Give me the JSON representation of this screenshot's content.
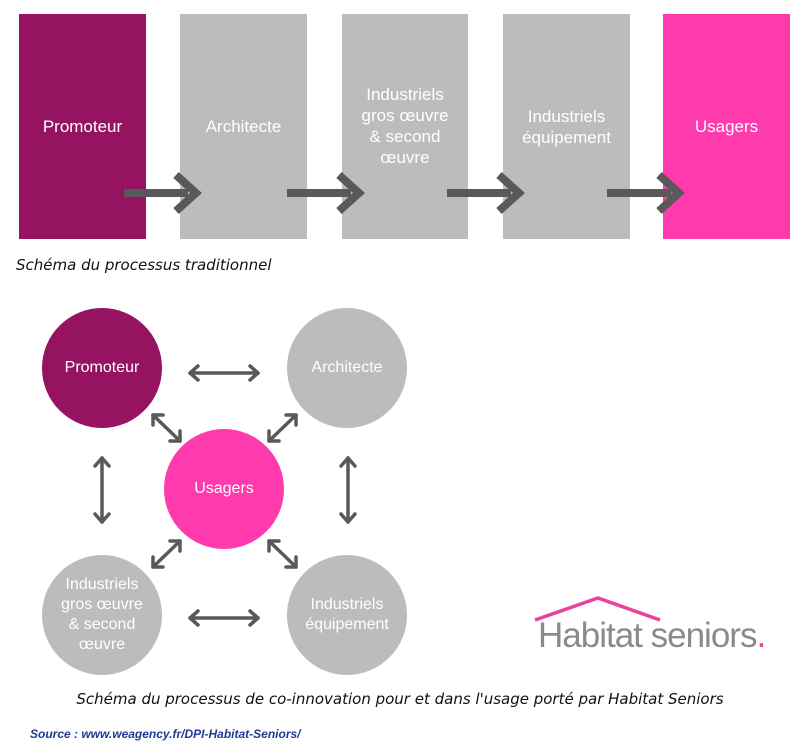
{
  "colors": {
    "promoteur": "#951360",
    "grey": "#bcbcbc",
    "usagers": "#ff3aad",
    "arrow": "#595959",
    "logo_roof": "#e8419e"
  },
  "traditional": {
    "boxes": [
      {
        "label": "Promoteur"
      },
      {
        "label": "Architecte"
      },
      {
        "label": "Industriels\ngros œuvre\n& second\nœuvre"
      },
      {
        "label": "Industriels\néquipement"
      },
      {
        "label": "Usagers"
      }
    ],
    "caption": "Schéma du processus traditionnel"
  },
  "coinnovation": {
    "nodes": {
      "promoteur": "Promoteur",
      "architecte": "Architecte",
      "usagers": "Usagers",
      "industriels_gros": "Industriels\ngros œuvre\n& second\nœuvre",
      "industriels_equipement": "Industriels\néquipement"
    },
    "caption": "Schéma du processus de co-innovation pour et dans l'usage porté par Habitat Seniors"
  },
  "logo": {
    "text": "Habitat seniors",
    "dot": "."
  },
  "source": "Source : www.weagency.fr/DPI-Habitat-Seniors/"
}
